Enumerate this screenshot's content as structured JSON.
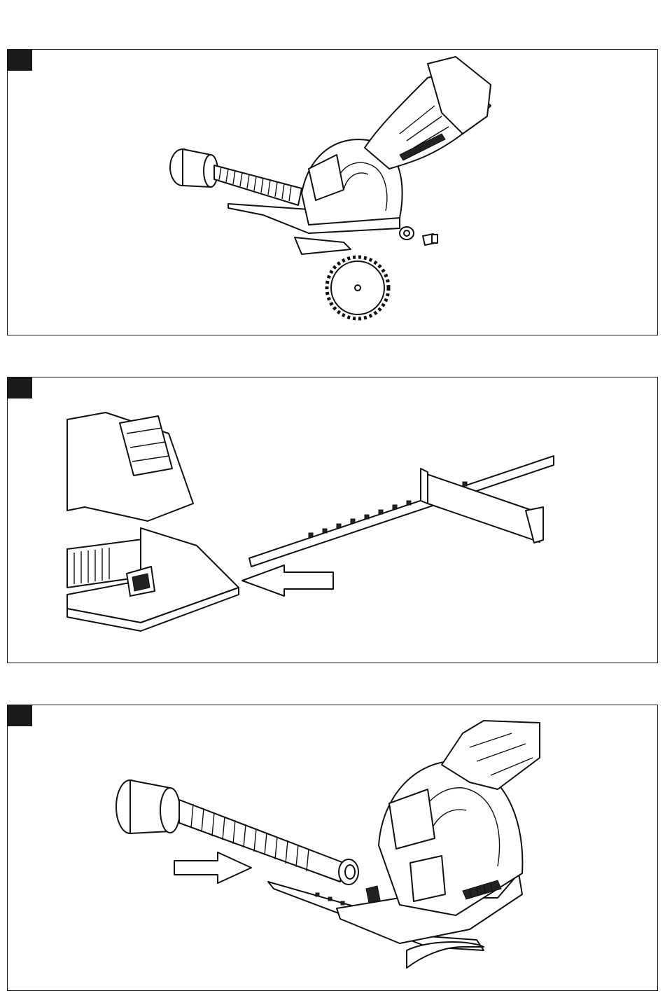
{
  "figures": [
    {
      "id": "step-1",
      "icons": [
        "saw-exploded-view-icon",
        "saw-blade-icon",
        "washer-icon",
        "bolt-icon",
        "dust-hose-icon"
      ]
    },
    {
      "id": "step-2",
      "icons": [
        "parallel-guide-icon",
        "insert-arrow-icon"
      ]
    },
    {
      "id": "step-3",
      "icons": [
        "dust-hose-icon",
        "insert-arrow-icon",
        "saw-body-icon"
      ]
    }
  ],
  "colors": {
    "ink": "#111111",
    "badge": "#1a1a1a",
    "paper": "#ffffff"
  }
}
